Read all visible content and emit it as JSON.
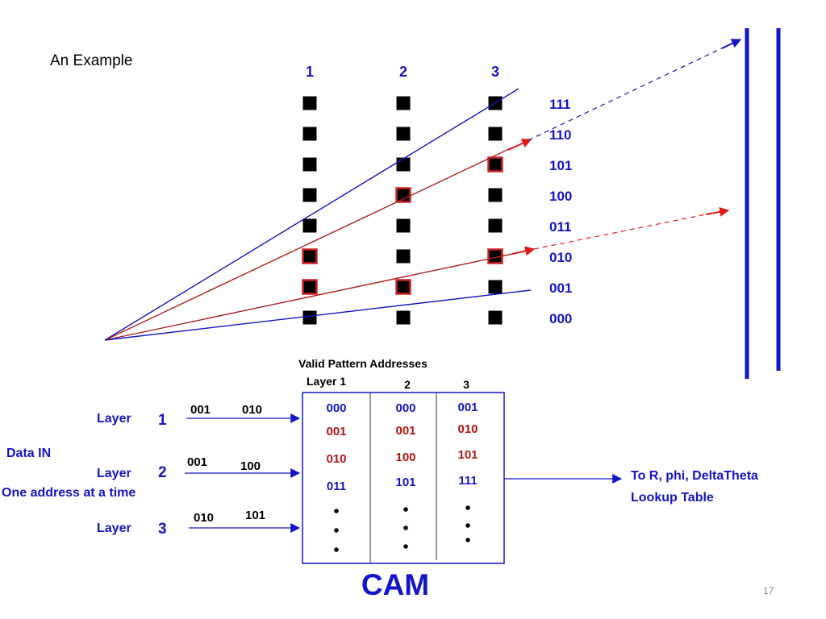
{
  "slide": {
    "heading": "An Example",
    "page_number": "17",
    "colors": {
      "blue": "#1414c8",
      "red": "#b41414",
      "track_red": "#b02020",
      "arrow_red": "#e01818",
      "square": "#000000",
      "text": "#000000"
    }
  },
  "layers": {
    "column_labels": [
      "1",
      "2",
      "3"
    ],
    "row_addresses": [
      "111",
      "110",
      "101",
      "100",
      "011",
      "010",
      "001",
      "000"
    ],
    "hit_squares": [
      {
        "layer": "1",
        "address": "010"
      },
      {
        "layer": "1",
        "address": "001"
      },
      {
        "layer": "2",
        "address": "100"
      },
      {
        "layer": "2",
        "address": "001"
      },
      {
        "layer": "3",
        "address": "101"
      },
      {
        "layer": "3",
        "address": "010"
      }
    ]
  },
  "cam": {
    "title": "Valid Pattern Addresses",
    "column_headers": [
      "Layer 1",
      "2",
      "3"
    ],
    "columns": [
      [
        {
          "v": "000",
          "c": "blue"
        },
        {
          "v": "001",
          "c": "red"
        },
        {
          "v": "010",
          "c": "red"
        },
        {
          "v": "011",
          "c": "blue"
        }
      ],
      [
        {
          "v": "000",
          "c": "blue"
        },
        {
          "v": "001",
          "c": "red"
        },
        {
          "v": "100",
          "c": "red"
        },
        {
          "v": "101",
          "c": "blue"
        }
      ],
      [
        {
          "v": "001",
          "c": "blue"
        },
        {
          "v": "010",
          "c": "red"
        },
        {
          "v": "101",
          "c": "red"
        },
        {
          "v": "111",
          "c": "blue"
        }
      ]
    ],
    "label": "CAM"
  },
  "inputs": {
    "data_in": "Data IN",
    "one_address": "One address at a time",
    "rows": [
      {
        "layer_word": "Layer",
        "layer_num": "1",
        "addr_a": "001",
        "addr_b": "010"
      },
      {
        "layer_word": "Layer",
        "layer_num": "2",
        "addr_a": "001",
        "addr_b": "100"
      },
      {
        "layer_word": "Layer",
        "layer_num": "3",
        "addr_a": "010",
        "addr_b": "101"
      }
    ]
  },
  "output": {
    "line1": "To R, phi, DeltaTheta",
    "line2": "Lookup Table"
  }
}
